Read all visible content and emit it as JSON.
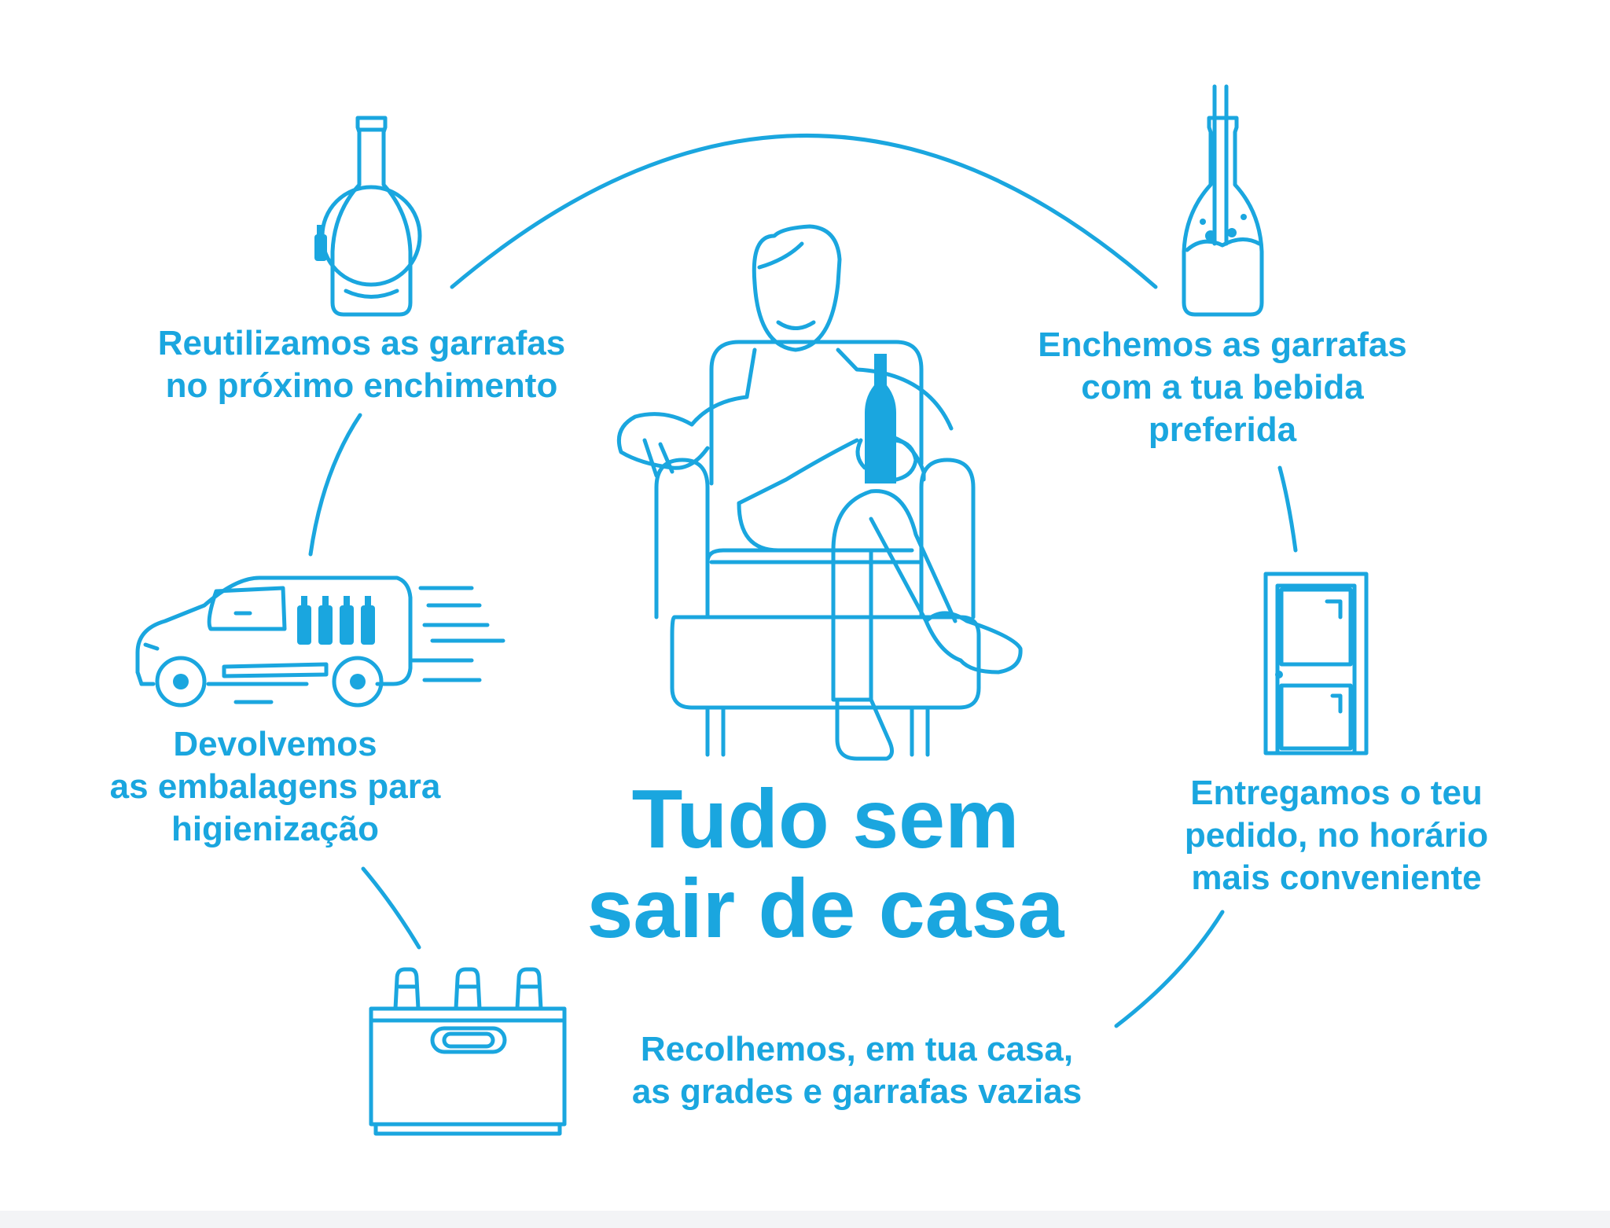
{
  "colors": {
    "accent": "#1aa6df",
    "background": "#ffffff",
    "footer": "#f3f4f6"
  },
  "headline": {
    "line1": "Tudo sem",
    "line2": "sair de casa"
  },
  "steps": {
    "fill": {
      "lines": [
        "Enchemos as garrafas",
        "com a tua bebida",
        "preferida"
      ],
      "icon": "bottle-filling-icon"
    },
    "deliver": {
      "lines": [
        "Entregamos o teu",
        "pedido, no horário",
        "mais conveniente"
      ],
      "icon": "door-icon"
    },
    "collect": {
      "lines": [
        "Recolhemos, em tua casa,",
        "as grades e garrafas vazias"
      ],
      "icon": "bottle-crate-icon"
    },
    "return": {
      "lines": [
        "Devolvemos",
        "as embalagens para",
        "higienização"
      ],
      "icon": "delivery-van-icon"
    },
    "reuse": {
      "lines": [
        "Reutilizamos as garrafas",
        "no próximo enchimento"
      ],
      "icon": "reuse-bottle-icon"
    }
  },
  "center_icon": "person-in-armchair-icon"
}
